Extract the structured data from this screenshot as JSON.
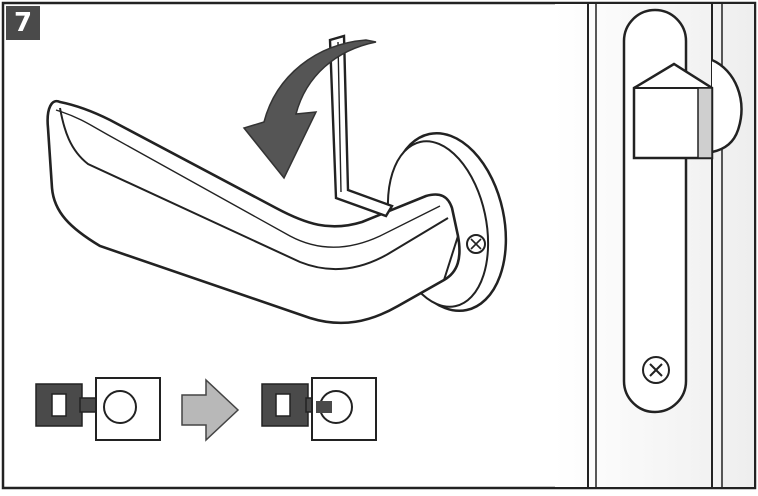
{
  "step": {
    "number": "7"
  },
  "colors": {
    "stroke": "#222222",
    "dark_fill": "#4a4a4a",
    "arrow_fill": "#555555",
    "transition_arrow": "#b8b8b8",
    "background": "#ffffff",
    "door_shade": "#f2f2f2"
  },
  "icons": {
    "rotation": "curved-arrow-counterclockwise",
    "transition": "arrow-right",
    "screw": "phillips-screw",
    "tool": "allen-key"
  }
}
